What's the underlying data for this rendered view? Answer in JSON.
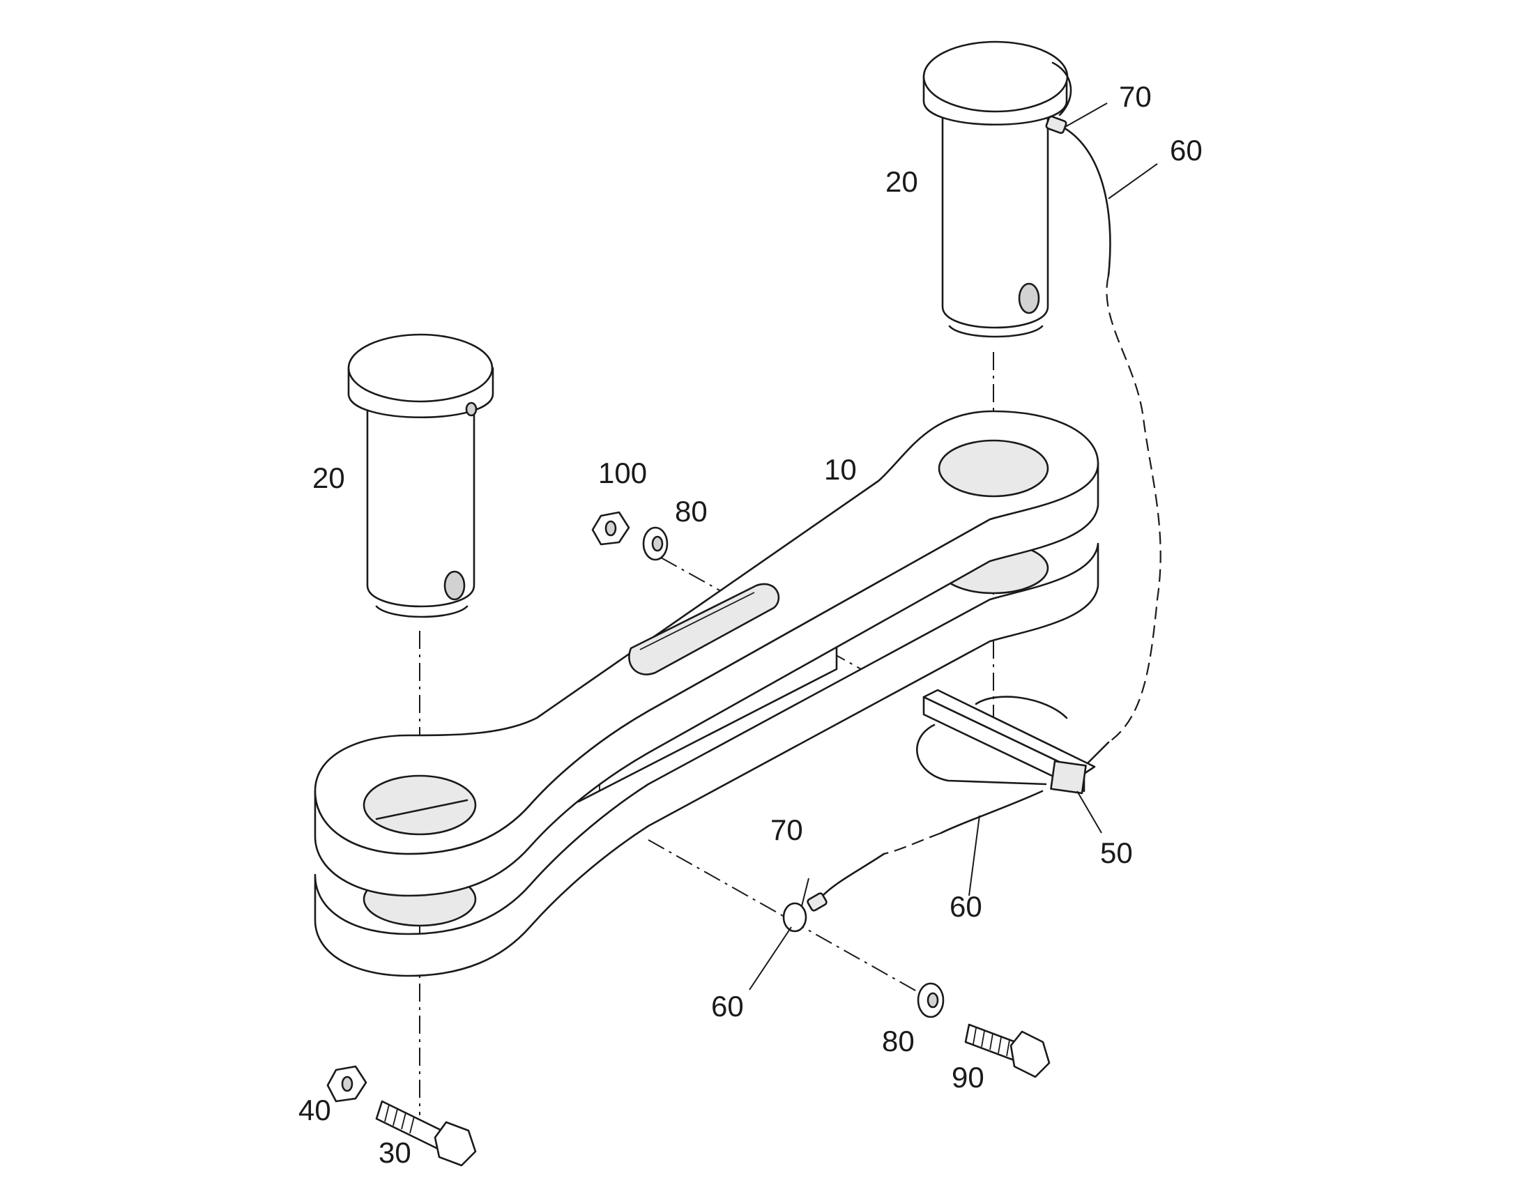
{
  "callouts": [
    {
      "id": "c1",
      "label": "10"
    },
    {
      "id": "c2",
      "label": "20"
    },
    {
      "id": "c3",
      "label": "20"
    },
    {
      "id": "c4",
      "label": "30"
    },
    {
      "id": "c5",
      "label": "40"
    },
    {
      "id": "c6",
      "label": "50"
    },
    {
      "id": "c7",
      "label": "60"
    },
    {
      "id": "c8",
      "label": "60"
    },
    {
      "id": "c9",
      "label": "60"
    },
    {
      "id": "c10",
      "label": "70"
    },
    {
      "id": "c11",
      "label": "70"
    },
    {
      "id": "c12",
      "label": "80"
    },
    {
      "id": "c13",
      "label": "80"
    },
    {
      "id": "c14",
      "label": "90"
    },
    {
      "id": "c15",
      "label": "100"
    }
  ]
}
